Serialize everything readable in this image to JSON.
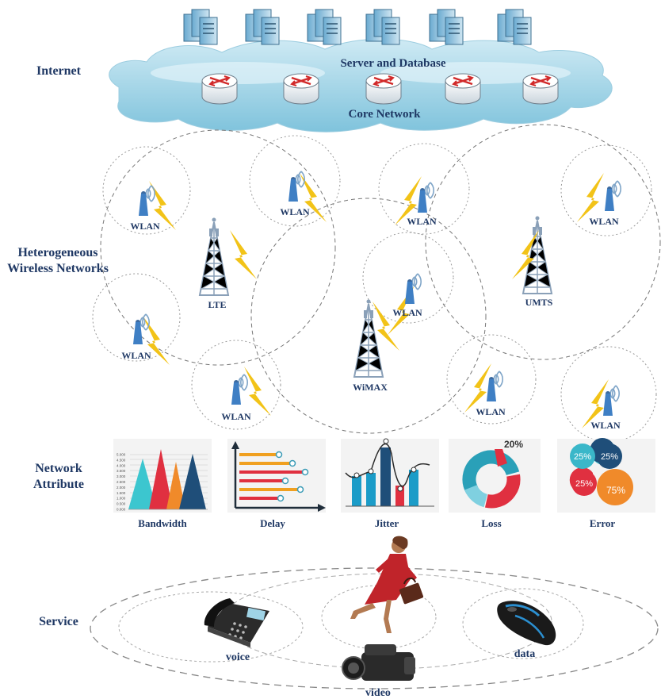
{
  "layers": {
    "internet": "Internet",
    "hetnet": "Heterogeneous Wireless Networks",
    "attribute": "Network Attribute",
    "service": "Service"
  },
  "cloud": {
    "servers_label": "Server and Database",
    "core_label": "Core Network"
  },
  "stations": {
    "lte": "LTE",
    "wimax": "WiMAX",
    "umts": "UMTS",
    "wlan": "WLAN"
  },
  "attributes": [
    "Bandwidth",
    "Delay",
    "Jitter",
    "Loss",
    "Error"
  ],
  "bandwidth_ticks": [
    "5.000",
    "4.500",
    "4.000",
    "3.500",
    "3.000",
    "2.500",
    "2.000",
    "1.500",
    "1.000",
    "0.500",
    "0.000"
  ],
  "loss_chart": {
    "highlight": "20%"
  },
  "error_chart": {
    "badges": [
      "25%",
      "25%",
      "25%",
      "75%"
    ]
  },
  "services": [
    "voice",
    "video",
    "data"
  ],
  "colors": {
    "label": "#1f3864",
    "cloud": "#a9d8ea",
    "bolt": "#f2c318",
    "tower": "#7f95b0",
    "red": "#e03040",
    "orange": "#f08a2a",
    "teal": "#2aa0b8",
    "navy": "#1f4e79"
  }
}
